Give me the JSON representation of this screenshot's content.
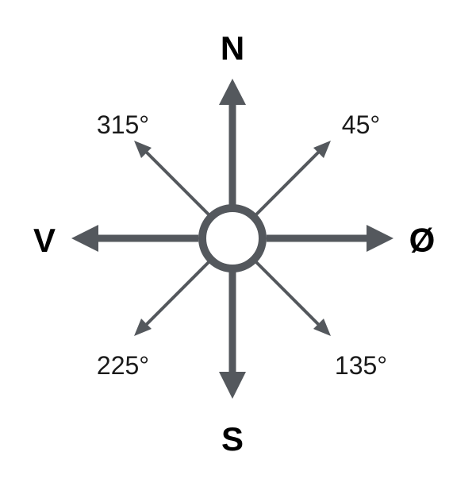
{
  "compass": {
    "stroke_color": "#54585d",
    "text_color": "#000000",
    "cardinal": {
      "north": "N",
      "east": "Ø",
      "south": "S",
      "west": "V"
    },
    "intercardinal": {
      "northeast": "45°",
      "southeast": "135°",
      "southwest": "225°",
      "northwest": "315°"
    }
  }
}
